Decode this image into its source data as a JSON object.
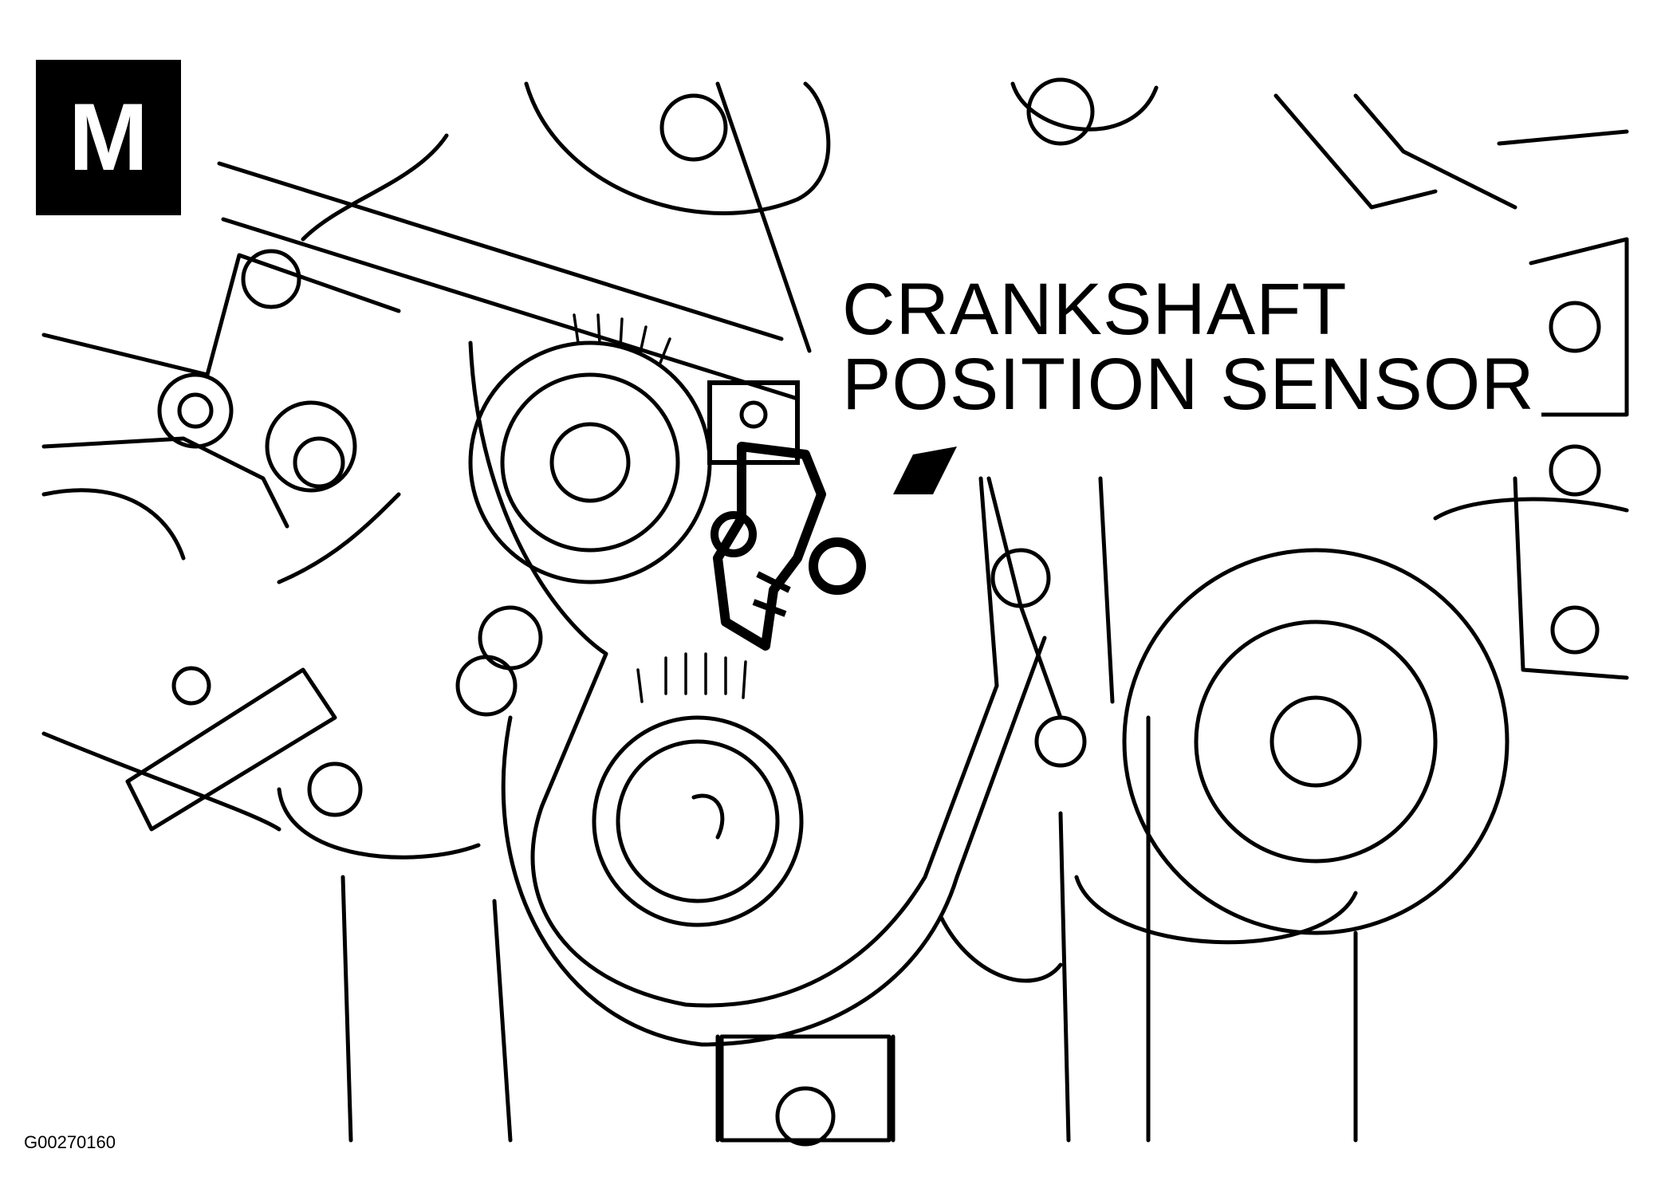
{
  "badge": {
    "letter": "M"
  },
  "callout": {
    "line1": "CRANKSHAFT",
    "line2": "POSITION SENSOR"
  },
  "figure_ref": "G00270160"
}
